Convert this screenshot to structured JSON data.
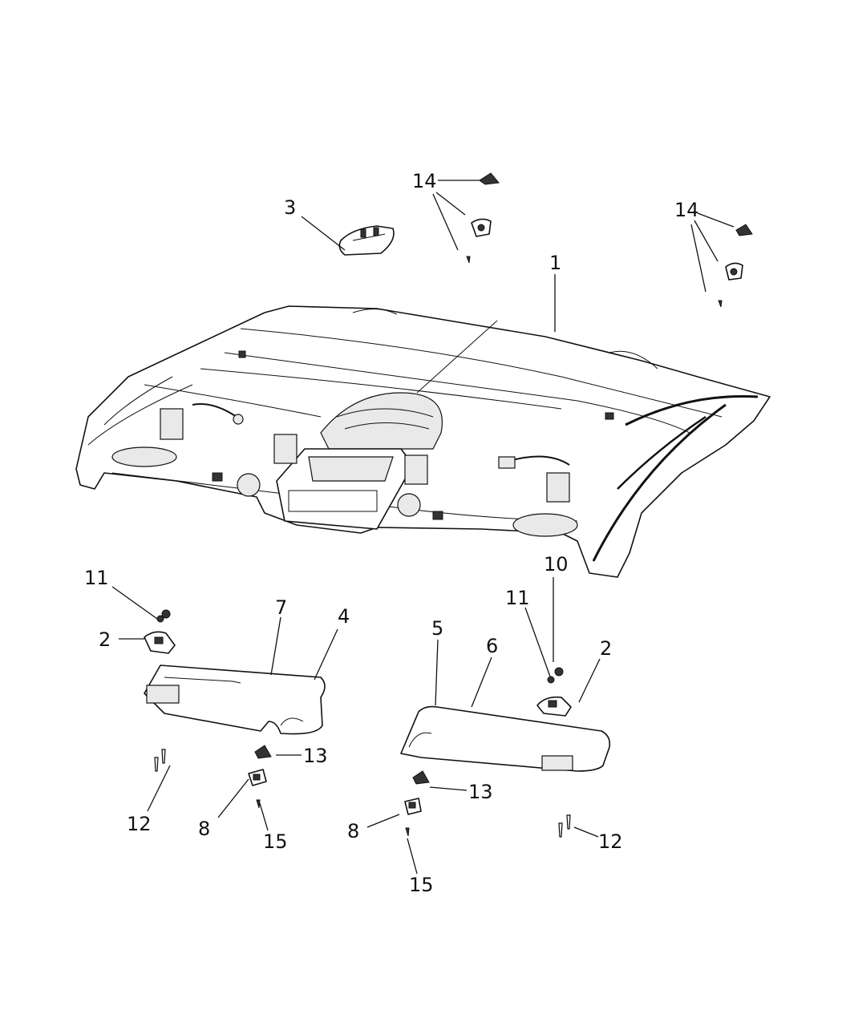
{
  "callouts": {
    "c1": "1",
    "c2a": "2",
    "c2b": "2",
    "c3": "3",
    "c4": "4",
    "c5": "5",
    "c6": "6",
    "c7": "7",
    "c8a": "8",
    "c8b": "8",
    "c10": "10",
    "c11a": "11",
    "c11b": "11",
    "c12a": "12",
    "c12b": "12",
    "c13a": "13",
    "c13b": "13",
    "c14a": "14",
    "c14b": "14",
    "c15a": "15",
    "c15b": "15"
  }
}
